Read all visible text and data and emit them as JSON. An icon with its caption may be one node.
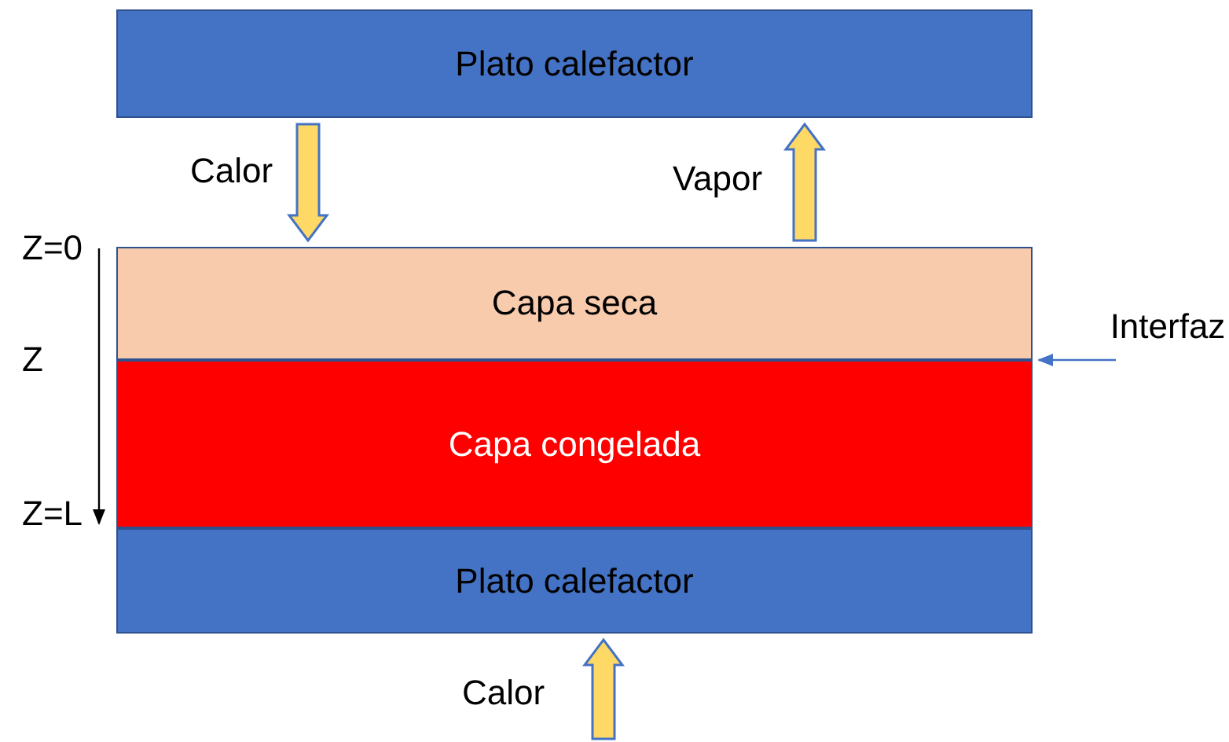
{
  "diagram": {
    "nodes": [
      {
        "text": [
          "Plato calefactor"
        ]
      },
      {
        "text": [
          "Capa seca"
        ]
      },
      {
        "text": [
          "Capa congelada"
        ]
      },
      {
        "text": [
          "Plato calefactor"
        ]
      },
      {
        "text": [
          "Interfaz"
        ]
      }
    ],
    "edges": [
      {
        "from": 0,
        "to": 1,
        "arrow": "to",
        "label": "Calor",
        "style": "thick"
      },
      {
        "from": 1,
        "to": 0,
        "arrow": "to",
        "label": "Vapor",
        "style": "thick"
      },
      {
        "from": null,
        "to": 3,
        "arrow": "to",
        "label": "Calor",
        "style": "thick"
      },
      {
        "from": 4,
        "to": 1,
        "arrow": "to",
        "color": "#4472c4"
      }
    ],
    "labels": [
      "Z=0",
      "Z",
      "Z=L"
    ]
  }
}
